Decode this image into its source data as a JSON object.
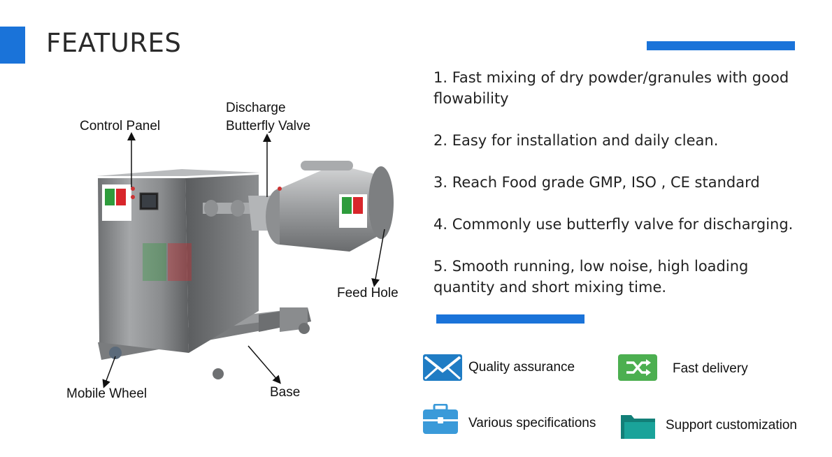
{
  "title": "FEATURES",
  "features": [
    "1. Fast mixing of dry powder/granules with good flowability",
    "2. Easy for installation and daily clean.",
    "3. Reach Food grade GMP, ISO , CE  standard",
    "4. Commonly use butterfly valve for discharging.",
    "5. Smooth running, low noise, high loading quantity and short mixing time."
  ],
  "callouts": {
    "control_panel": "Control Panel",
    "discharge_line1": "Discharge",
    "discharge_line2": "Butterfly Valve",
    "feed_hole": "Feed Hole",
    "mobile_wheel": "Mobile Wheel",
    "base": "Base"
  },
  "badges": [
    {
      "label": "Quality assurance",
      "icon": "envelope-icon",
      "color": "#1f7cc4"
    },
    {
      "label": "Fast delivery",
      "icon": "shuffle-icon",
      "color": "#4caf50"
    },
    {
      "label": "Various specifications",
      "icon": "briefcase-icon",
      "color": "#3a9ad9"
    },
    {
      "label": "Support customization",
      "icon": "folder-icon",
      "color": "#1aa39a"
    }
  ],
  "colors": {
    "accent": "#1a73d9"
  }
}
